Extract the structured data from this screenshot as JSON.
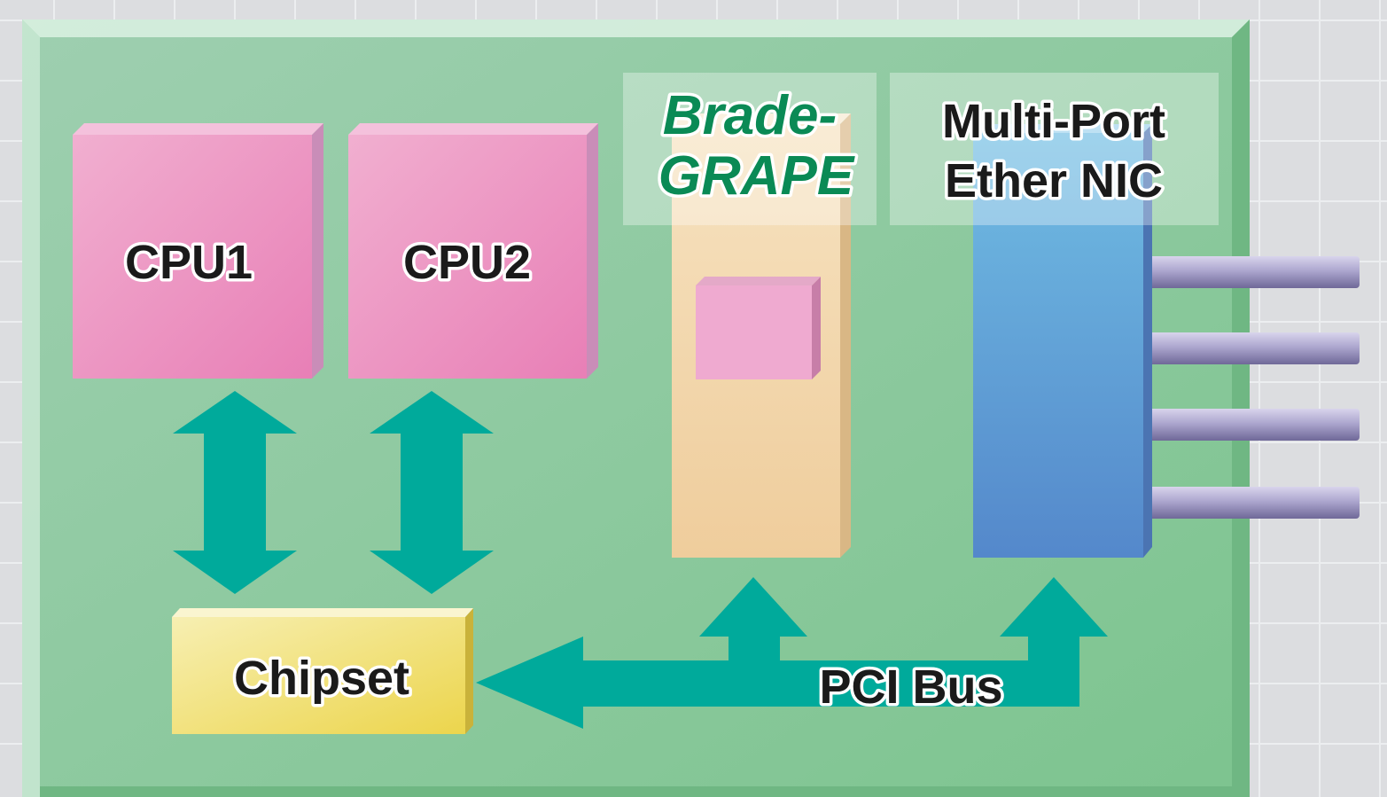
{
  "diagram": {
    "cpu1_label": "CPU1",
    "cpu2_label": "CPU2",
    "chipset_label": "Chipset",
    "brade_line1": "Brade-",
    "brade_line2": "GRAPE",
    "nic_line1": "Multi-Port",
    "nic_line2": "Ether NIC",
    "bus_label": "PCI Bus",
    "ethernet_port_count": 4
  },
  "colors": {
    "board": "#8fcb9e",
    "cpu": "#ec95c0",
    "chipset": "#f1e27a",
    "brade_card": "#f2d6a8",
    "brade_chip": "#efaad0",
    "nic_card": "#5c9fd6",
    "arrow": "#00aa9b",
    "brade_text": "#0a8a55",
    "label_text": "#1a1a1a",
    "port": "#a39bc3"
  }
}
